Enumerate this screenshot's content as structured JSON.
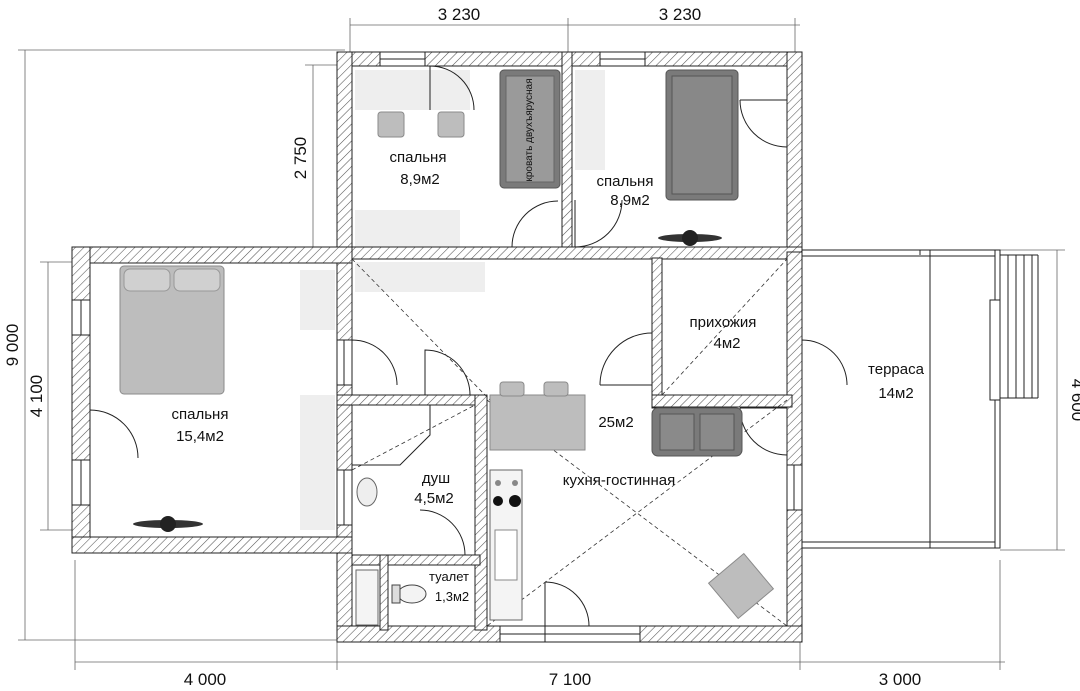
{
  "dimensions": {
    "top_left": "3 230",
    "top_right": "3 230",
    "left_total": "9 000",
    "left_wing": "4 100",
    "left_bedrooms": "2 750",
    "right_terrace": "4 600",
    "bottom_left": "4 000",
    "bottom_middle": "7 100",
    "bottom_right": "3 000"
  },
  "rooms": {
    "bedroom_top_left": {
      "name": "спальня",
      "area": "8,9м2"
    },
    "bedroom_top_right": {
      "name": "спальня",
      "area": "8,9м2"
    },
    "bedroom_left": {
      "name": "спальня",
      "area": "15,4м2"
    },
    "hallway": {
      "name": "прихожия",
      "area": "4м2"
    },
    "terrace": {
      "name": "терраса",
      "area": "14м2"
    },
    "kitchen": {
      "name": "кухня-гостинная",
      "area": "25м2"
    },
    "shower": {
      "name": "душ",
      "area": "4,5м2"
    },
    "toilet": {
      "name": "туалет",
      "area": "1,3м2"
    }
  },
  "furniture": {
    "bunk_bed_label": "кровать двухъярусная"
  }
}
